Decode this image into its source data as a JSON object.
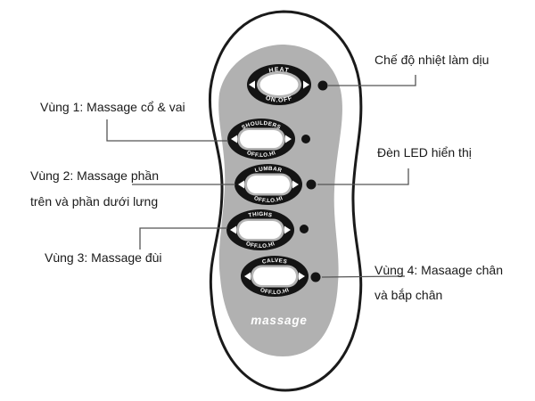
{
  "colors": {
    "panel": "#b1b1b1",
    "button_ring": "#141414",
    "outline": "#1a1a1a",
    "bezel": "#b5b5b5",
    "button_face": "#ffffff",
    "connector": "#555555",
    "label_text": "#1a1a1a"
  },
  "remote": {
    "brand": "massage",
    "buttons": [
      {
        "name": "heat",
        "top_label": "HEAT",
        "bottom_label": "ON.OFF"
      },
      {
        "name": "shoulders",
        "top_label": "SHOULDERS",
        "bottom_label": "OFF.LO.HI"
      },
      {
        "name": "lumbar",
        "top_label": "LUMBAR",
        "bottom_label": "OFF.LO.HI"
      },
      {
        "name": "thighs",
        "top_label": "THIGHS",
        "bottom_label": "OFF.LO.HI"
      },
      {
        "name": "calves",
        "top_label": "CALVES",
        "bottom_label": "OFF.LO.HI"
      }
    ]
  },
  "annotations": {
    "heat_mode": {
      "text": "Chế độ nhiệt làm dịu"
    },
    "zone1": {
      "text": "Vùng 1: Massage cổ & vai"
    },
    "zone2": {
      "line1": "Vùng 2: Massage phần",
      "line2": "trên và phần dưới lưng"
    },
    "zone3": {
      "text": "Vùng 3: Massage đùi"
    },
    "led": {
      "text": "Đèn LED hiển thị"
    },
    "zone4": {
      "line1": "Vùng 4: Masaage chân",
      "line2": "và bắp chân"
    }
  }
}
